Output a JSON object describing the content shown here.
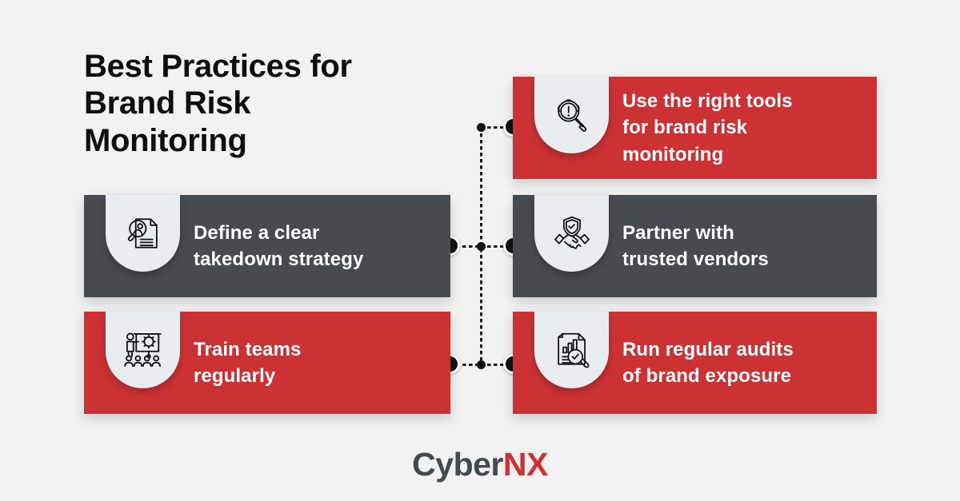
{
  "heading": {
    "text": "Best Practices for\nBrand Risk\nMonitoring"
  },
  "colors": {
    "background": "#F2F2F2",
    "red": "#CC3234",
    "dark": "#454B4E",
    "badge": "#E9EDF0",
    "text_light": "#FFFFFF",
    "heading": "#0E0E0E",
    "connector": "#111111"
  },
  "cards": [
    {
      "id": "tools",
      "label": "Use the right tools\nfor brand risk\nmonitoring",
      "style": "red",
      "icon": "magnifier-alert-icon",
      "position": "top-right"
    },
    {
      "id": "takedown",
      "label": "Define a clear\ntakedown strategy",
      "style": "dark",
      "icon": "document-person-magnifier-icon",
      "position": "middle-left"
    },
    {
      "id": "vendors",
      "label": "Partner with\ntrusted vendors",
      "style": "dark",
      "icon": "handshake-shield-icon",
      "position": "middle-right"
    },
    {
      "id": "train",
      "label": "Train teams\nregularly",
      "style": "red",
      "icon": "training-presentation-icon",
      "position": "bottom-left"
    },
    {
      "id": "audits",
      "label": "Run regular audits\nof brand exposure",
      "style": "red",
      "icon": "report-chart-magnifier-icon",
      "position": "bottom-right"
    }
  ],
  "logo": {
    "primary": "Cyber",
    "accent": "NX"
  }
}
